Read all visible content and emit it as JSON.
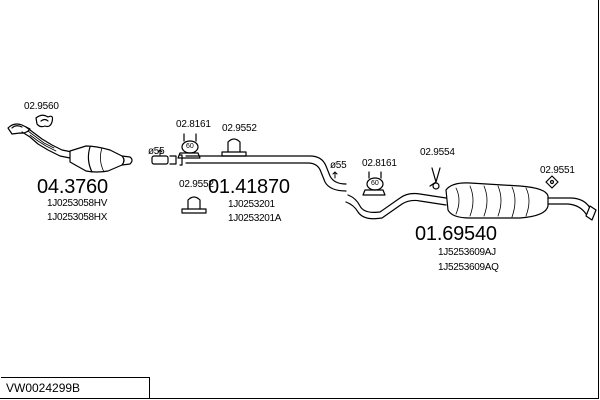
{
  "diagram": {
    "reference": "VW0024299B",
    "parts": [
      {
        "id": "02.9560"
      },
      {
        "id": "04.3760",
        "oe": [
          "1J0253058HV",
          "1J0253058HX"
        ]
      },
      {
        "id": "02.8161"
      },
      {
        "id": "02.9552"
      },
      {
        "id": "02.9552"
      },
      {
        "id": "01.41870",
        "oe": [
          "1J0253201",
          "1J0253201A"
        ]
      },
      {
        "id": "02.8161"
      },
      {
        "id": "02.9554"
      },
      {
        "id": "02.9551"
      },
      {
        "id": "01.69540",
        "oe": [
          "1J5253609AJ",
          "1J5253609AQ"
        ]
      }
    ],
    "pipe_diameters": [
      "ø55",
      "ø55"
    ],
    "clamp_labels": [
      "60",
      "60"
    ]
  },
  "colors": {
    "line": "#000000",
    "background": "#ffffff"
  }
}
